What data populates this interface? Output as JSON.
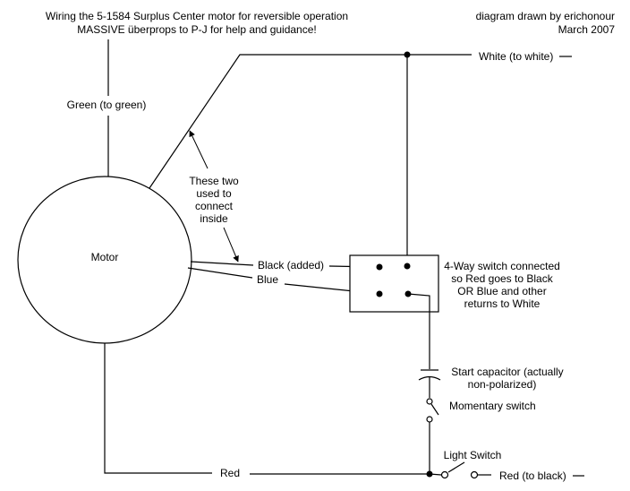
{
  "header": {
    "title_line1": "Wiring the 5-1584 Surplus Center motor for reversible operation",
    "title_line2": "MASSIVE überprops to P-J for help and guidance!",
    "credit_line1": "diagram drawn by erichonour",
    "credit_line2": "March 2007"
  },
  "motor": {
    "label": "Motor"
  },
  "wires": {
    "green": "Green (to green)",
    "white": "White (to white)",
    "black": "Black (added)",
    "blue": "Blue",
    "red": "Red",
    "red_to_black": "Red (to black)"
  },
  "annotation": {
    "line1": "These two",
    "line2": "used to",
    "line3": "connect",
    "line4": "inside"
  },
  "switch4": {
    "line1": "4-Way switch connected",
    "line2": "so Red goes to Black",
    "line3": "OR Blue and other",
    "line4": "returns to White"
  },
  "components": {
    "capacitor_line1": "Start capacitor (actually",
    "capacitor_line2": "non-polarized)",
    "momentary": "Momentary switch",
    "light_switch": "Light Switch"
  }
}
